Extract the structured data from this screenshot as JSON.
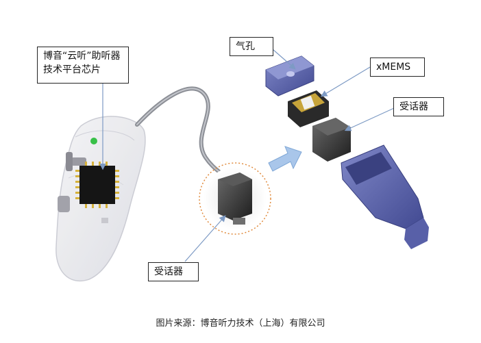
{
  "labels": {
    "chip": [
      "博音“云听”助听器",
      "技术平台芯片"
    ],
    "vent": "气孔",
    "xmems": "xMEMS",
    "receiver_right": "受话器",
    "receiver_left": "受话器"
  },
  "caption": "图片来源：博音听力技术（上海）有限公司",
  "colors": {
    "accent_blue": "#5a64a8",
    "arrow_blue": "#7fa7d6",
    "callout_line": "#7d9ac4",
    "dotted_circle": "#e08a3c",
    "chip_gold": "#d6b23a"
  }
}
